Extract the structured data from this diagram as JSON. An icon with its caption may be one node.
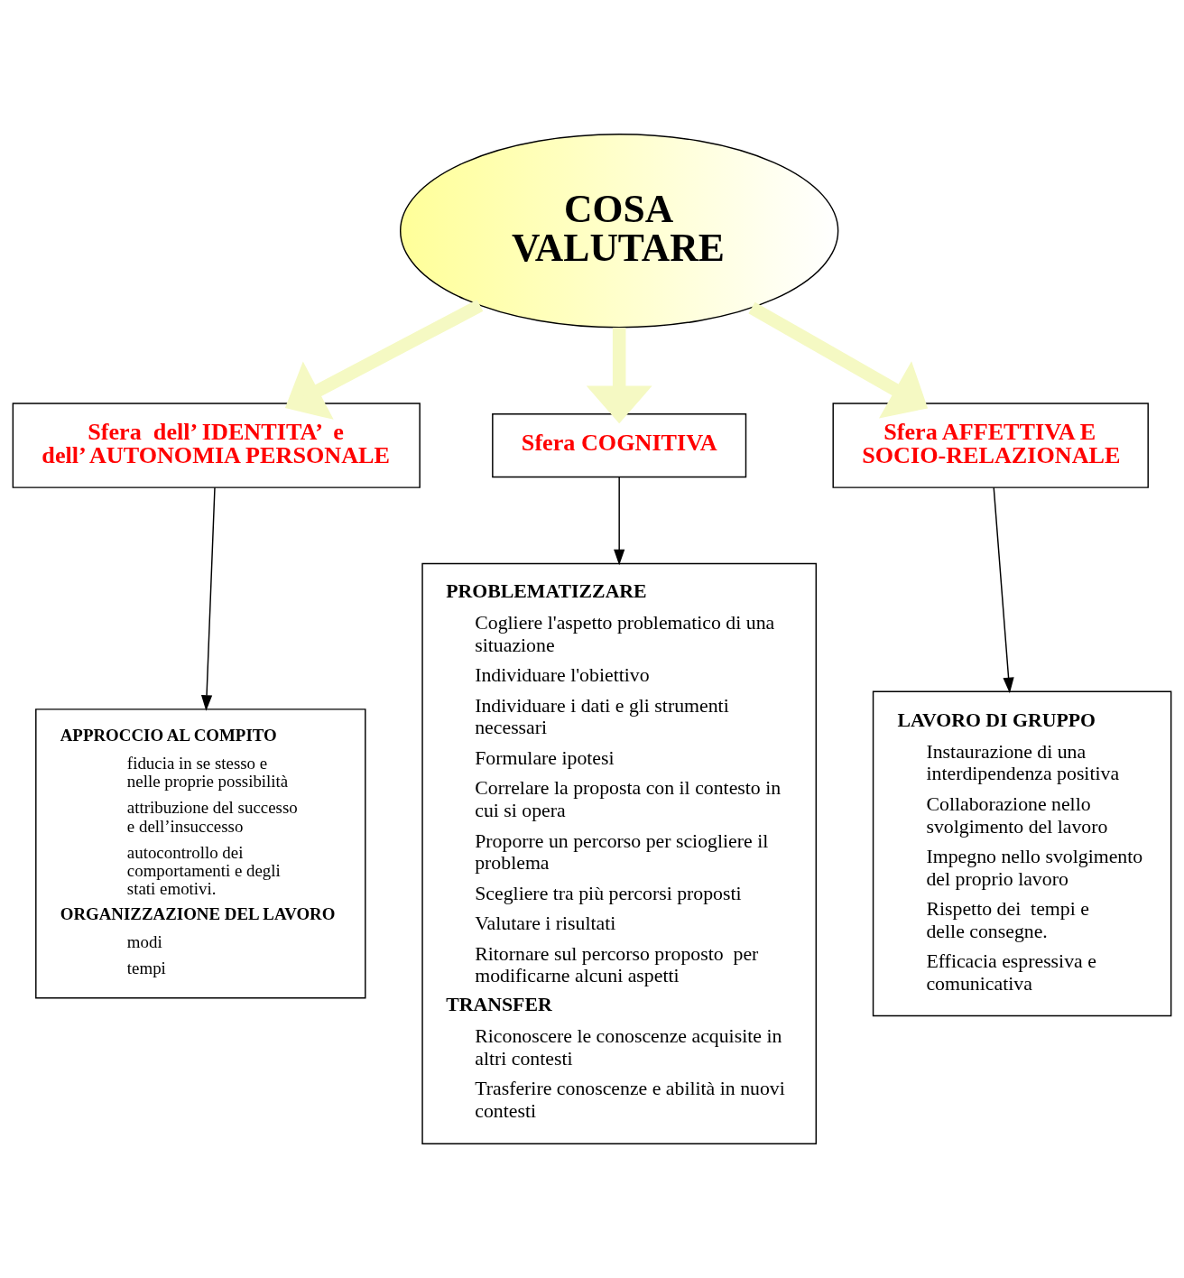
{
  "diagram": {
    "nodes": [
      {
        "text": [
          "COSA VALUTARE"
        ]
      },
      {
        "text": [
          "Sfera  dell’ IDENTITA’  e dell’ AUTONOMIA PERSONALE"
        ]
      },
      {
        "text": [
          "Sfera COGNITIVA"
        ]
      },
      {
        "text": [
          "Sfera AFFETTIVA E SOCIO-RELAZIONALE"
        ]
      },
      {
        "text": [
          "APPROCCIO AL COMPITO",
          "fiducia in se stesso e nelle proprie possibilità",
          "attribuzione del successo e dell’insuccesso",
          "autocontrollo dei comportamenti e degli stati emotivi.",
          "ORGANIZZAZIONE DEL LAVORO",
          "modi",
          "tempi"
        ]
      },
      {
        "text": [
          "PROBLEMATIZZARE",
          "Cogliere l'aspetto problematico di una situazione",
          "Individuare l'obiettivo",
          "Individuare i dati e gli strumenti necessari",
          "Formulare ipotesi",
          "Correlare la proposta con il contesto in cui si opera",
          "Proporre un percorso per sciogliere il problema",
          "Scegliere tra più percorsi proposti",
          "Valutare i risultati",
          "Ritornare sul percorso proposto  per modificarne alcuni aspetti",
          "TRANSFER",
          "Riconoscere le conoscenze acquisite in altri contesti",
          "Trasferire conoscenze e abilità in nuovi contesti"
        ]
      },
      {
        "text": [
          "LAVORO DI GRUPPO",
          "Instaurazione di una interdipendenza positiva",
          "Collaborazione nello svolgimento del lavoro",
          "Impegno nello svolgimento del proprio lavoro",
          "Rispetto dei  tempi e delle consegne.",
          "Efficacia espressiva e comunicativa"
        ]
      }
    ],
    "edges": [
      {
        "from": 0,
        "to": 1,
        "arrow": "to",
        "style": "thick",
        "color": "#f5f9c3"
      },
      {
        "from": 0,
        "to": 2,
        "arrow": "to",
        "style": "thick",
        "color": "#f5f9c3"
      },
      {
        "from": 0,
        "to": 3,
        "arrow": "to",
        "style": "thick",
        "color": "#f5f9c3"
      },
      {
        "from": 1,
        "to": 4,
        "arrow": "to",
        "color": "#000000"
      },
      {
        "from": 2,
        "to": 5,
        "arrow": "to",
        "color": "#000000"
      },
      {
        "from": 3,
        "to": 6,
        "arrow": "to",
        "color": "#000000"
      }
    ]
  }
}
